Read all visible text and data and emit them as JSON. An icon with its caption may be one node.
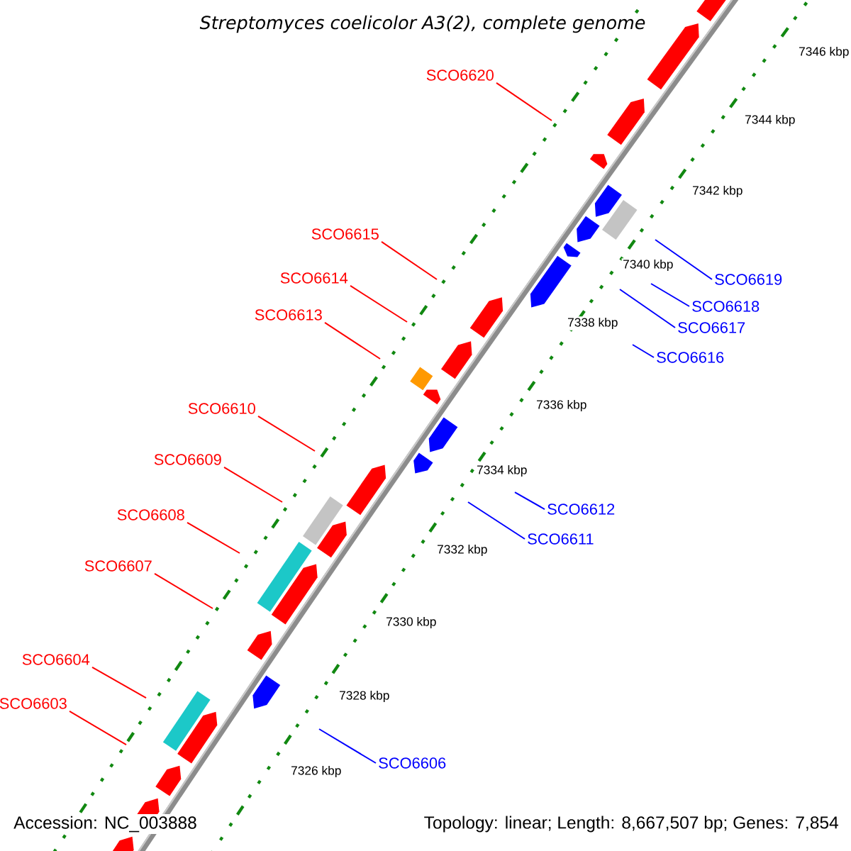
{
  "diagram": {
    "title": "Streptomyces coelicolor A3(2), complete genome",
    "nodes": [
      {
        "text": [
          "SCO6620"
        ]
      },
      {
        "text": [
          "SCO6615"
        ]
      },
      {
        "text": [
          "SCO6614"
        ]
      },
      {
        "text": [
          "SCO6619"
        ]
      },
      {
        "text": [
          "SCO6618"
        ]
      },
      {
        "text": [
          "SCO6613"
        ]
      },
      {
        "text": [
          "SCO6617"
        ]
      },
      {
        "text": [
          "SCO6616"
        ]
      },
      {
        "text": [
          "SCO6610"
        ]
      },
      {
        "text": [
          "SCO6609"
        ]
      },
      {
        "text": [
          "SCO6612"
        ]
      },
      {
        "text": [
          "SCO6608"
        ]
      },
      {
        "text": [
          "SCO6611"
        ]
      },
      {
        "text": [
          "SCO6607"
        ]
      },
      {
        "text": [
          "SCO6604"
        ]
      },
      {
        "text": [
          "SCO6603"
        ]
      },
      {
        "text": [
          "SCO6606"
        ]
      }
    ],
    "edges": [
      {
        "from": 0,
        "to": null,
        "arrow": "none"
      },
      {
        "from": 1,
        "to": null,
        "arrow": "none"
      },
      {
        "from": 2,
        "to": null,
        "arrow": "none"
      },
      {
        "from": 3,
        "to": null,
        "arrow": "none",
        "color": "#0000ff"
      },
      {
        "from": 4,
        "to": null,
        "arrow": "none",
        "color": "#0000ff"
      },
      {
        "from": 5,
        "to": null,
        "arrow": "none"
      },
      {
        "from": 6,
        "to": null,
        "arrow": "none",
        "color": "#0000ff"
      },
      {
        "from": 7,
        "to": null,
        "arrow": "none",
        "color": "#0000ff"
      },
      {
        "from": 8,
        "to": null,
        "arrow": "none"
      },
      {
        "from": 9,
        "to": null,
        "arrow": "none"
      },
      {
        "from": 10,
        "to": null,
        "arrow": "none",
        "color": "#0000ff"
      },
      {
        "from": 11,
        "to": null,
        "arrow": "none"
      },
      {
        "from": 12,
        "to": null,
        "arrow": "none",
        "color": "#0000ff"
      },
      {
        "from": 13,
        "to": null,
        "arrow": "none"
      },
      {
        "from": 14,
        "to": null,
        "arrow": "none"
      },
      {
        "from": 15,
        "to": null,
        "arrow": "none"
      },
      {
        "from": 16,
        "to": null,
        "arrow": "none",
        "color": "#0000ff"
      }
    ],
    "labels": [
      "7346 kbp",
      "7344 kbp",
      "7342 kbp",
      "7340 kbp",
      "7338 kbp",
      "7336 kbp",
      "7334 kbp",
      "7332 kbp",
      "7330 kbp",
      "7328 kbp",
      "7326 kbp",
      "Accession: NC_003888",
      "Topology: linear; Length: 8,667,507 bp; Genes: 7,854"
    ]
  }
}
